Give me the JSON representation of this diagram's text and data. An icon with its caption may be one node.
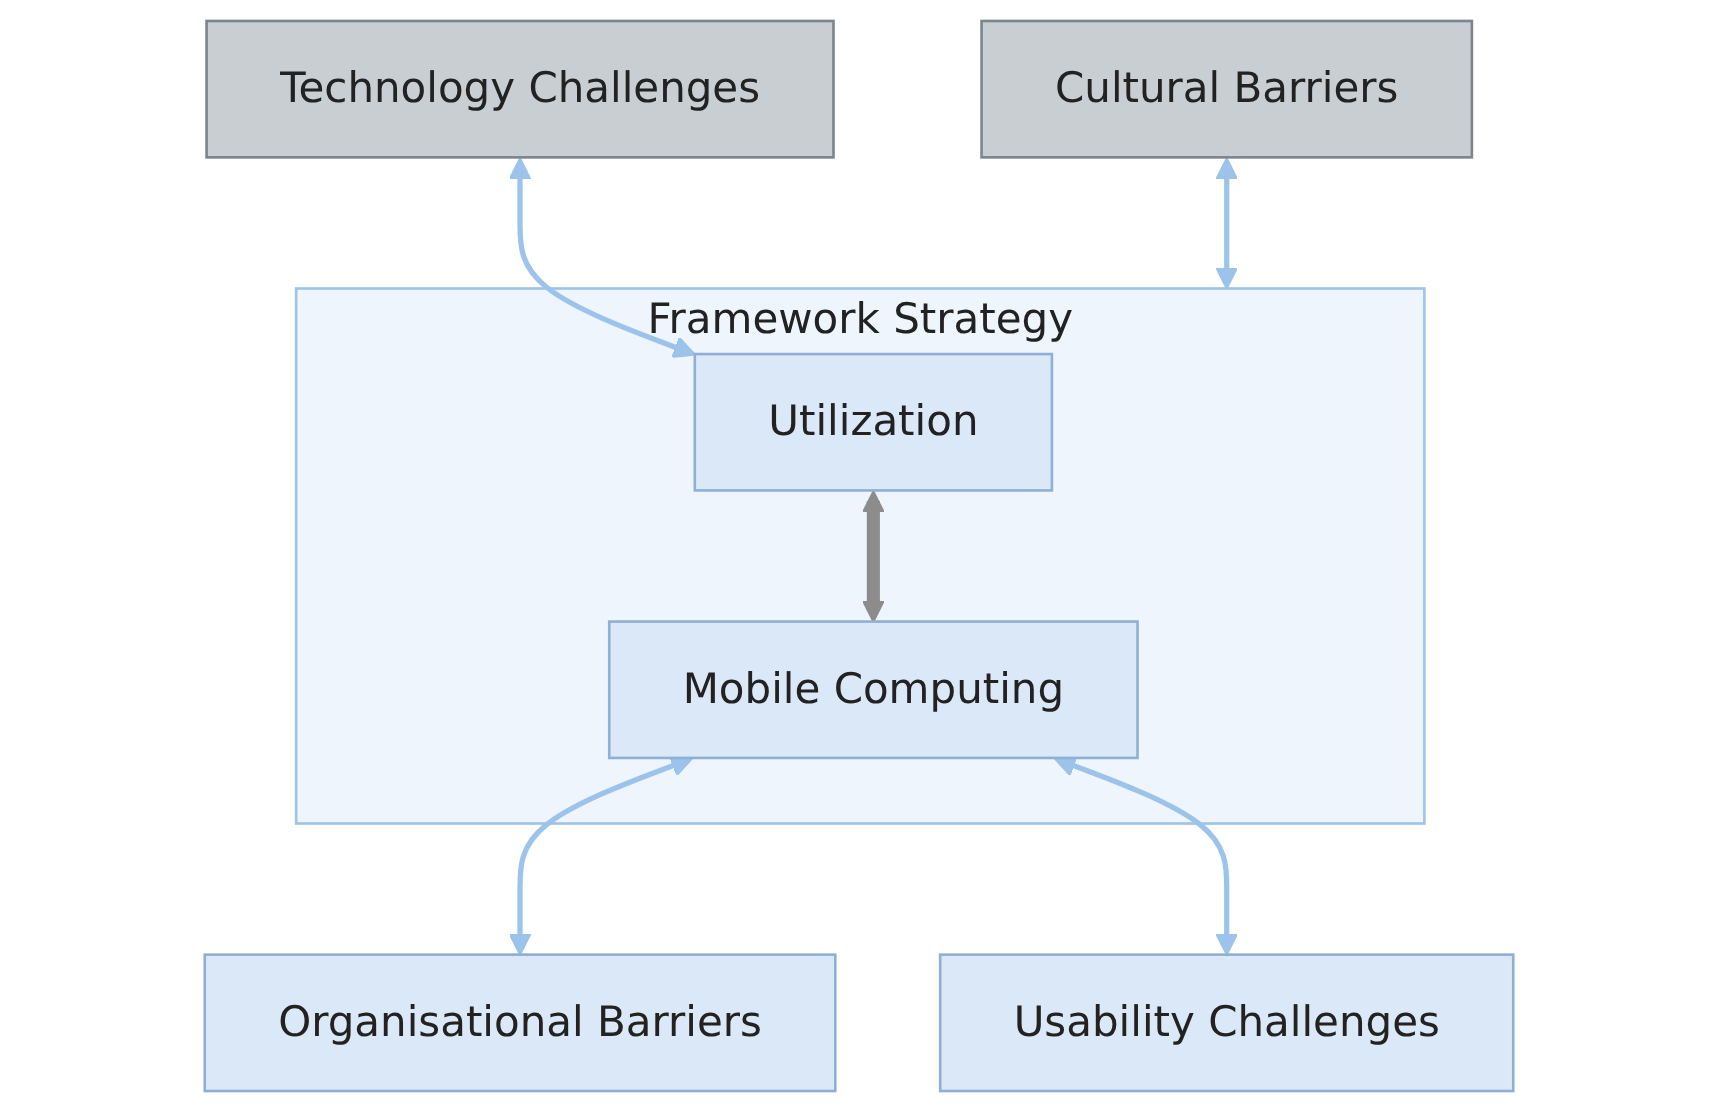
{
  "diagram": {
    "nodes": [
      {
        "text": [
          "Technology Challenges"
        ]
      },
      {
        "text": [
          "Framework Strategy"
        ]
      },
      {
        "text": [
          "Utilization"
        ],
        "in": 1
      },
      {
        "text": [
          "Mobile Computing"
        ],
        "in": 1
      },
      {
        "text": [
          "Cultural Barriers"
        ]
      },
      {
        "text": [
          "Organisational Barriers"
        ]
      },
      {
        "text": [
          "Usability Challenges"
        ]
      }
    ],
    "edges": [
      {
        "from": 0,
        "to": 2,
        "arrow": "both"
      },
      {
        "from": 2,
        "to": 3,
        "arrow": "both",
        "style": "thick",
        "color": "#8c8c8c"
      },
      {
        "from": 4,
        "to": 1,
        "arrow": "both"
      },
      {
        "from": 3,
        "to": 5,
        "arrow": "both"
      },
      {
        "from": 3,
        "to": 6,
        "arrow": "both"
      }
    ]
  }
}
